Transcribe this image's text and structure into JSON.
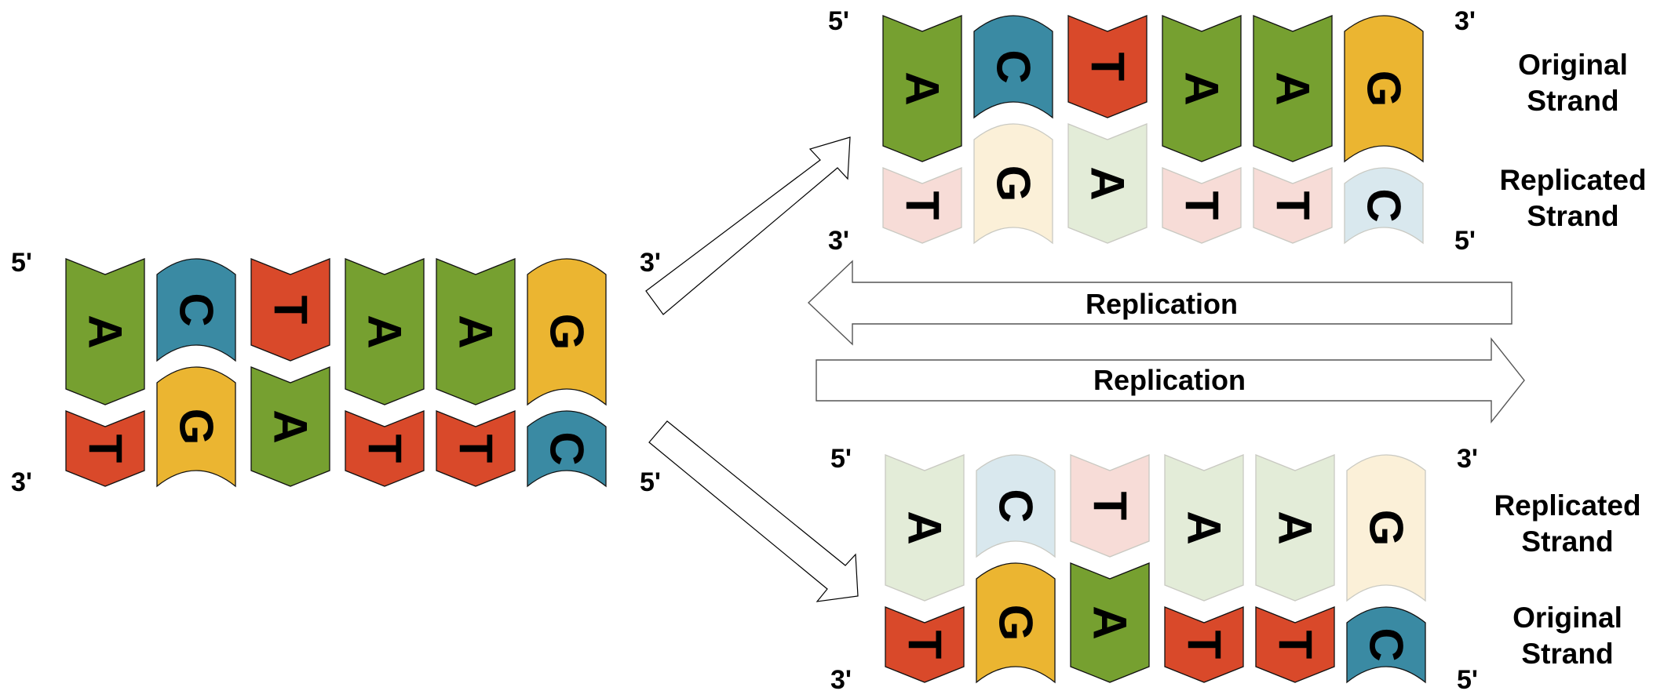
{
  "colors": {
    "A": {
      "dark": "#76a030",
      "light": "#e3ecd8"
    },
    "T": {
      "dark": "#d9492a",
      "light": "#f7dcd7"
    },
    "C": {
      "dark": "#3a8aa3",
      "light": "#d9e8ee"
    },
    "G": {
      "dark": "#ebb531",
      "light": "#fbf0d8"
    }
  },
  "parent": {
    "top_strand": [
      "A",
      "C",
      "T",
      "A",
      "A",
      "G"
    ],
    "bottom_strand": [
      "T",
      "G",
      "A",
      "T",
      "T",
      "C"
    ],
    "labels": {
      "top_left": "5'",
      "bottom_left": "3'",
      "top_right": "3'",
      "bottom_right": "5'"
    }
  },
  "daughter_top": {
    "top_strand": {
      "bases": [
        "A",
        "C",
        "T",
        "A",
        "A",
        "G"
      ],
      "shade": "dark",
      "label": "Original\nStrand"
    },
    "bottom_strand": {
      "bases": [
        "T",
        "G",
        "A",
        "T",
        "T",
        "C"
      ],
      "shade": "light",
      "label": "Replicated\nStrand"
    },
    "labels": {
      "top_left": "5'",
      "bottom_left": "3'",
      "top_right": "3'",
      "bottom_right": "5'"
    }
  },
  "daughter_bottom": {
    "top_strand": {
      "bases": [
        "A",
        "C",
        "T",
        "A",
        "A",
        "G"
      ],
      "shade": "light",
      "label": "Replicated\nStrand"
    },
    "bottom_strand": {
      "bases": [
        "T",
        "G",
        "A",
        "T",
        "T",
        "C"
      ],
      "shade": "dark",
      "label": "Original\nStrand"
    },
    "labels": {
      "top_left": "5'",
      "bottom_left": "3'",
      "top_right": "3'",
      "bottom_right": "5'"
    }
  },
  "arrows": {
    "replication_left": "Replication",
    "replication_right": "Replication"
  }
}
